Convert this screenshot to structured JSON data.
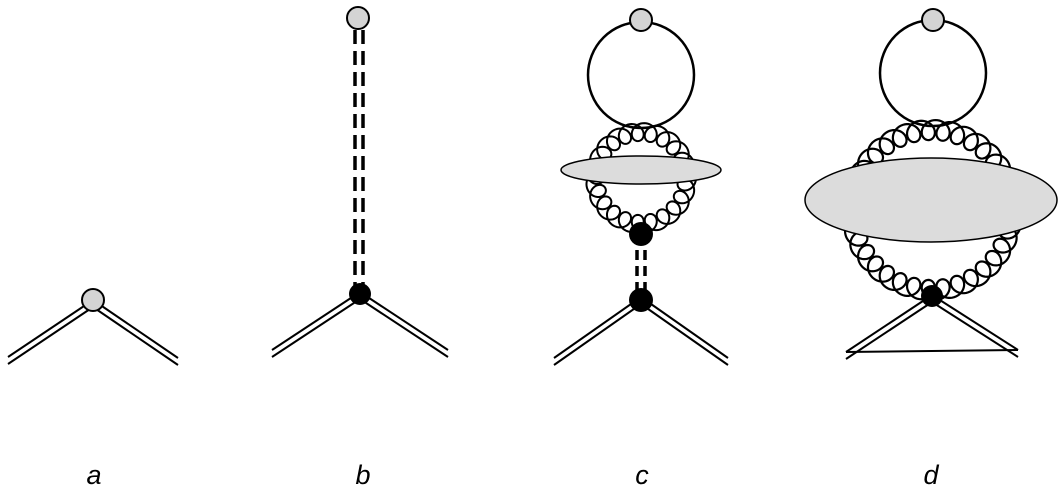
{
  "colors": {
    "stroke": "#000000",
    "background": "#ffffff",
    "source_vertex_fill": "#d4d4d4",
    "blob_fill": "#dcdcdc",
    "effective_vertex_fill": "#000000"
  },
  "panels": [
    {
      "id": "a",
      "label": "a",
      "parts": [
        "double-line-legs",
        "grey-vertex"
      ]
    },
    {
      "id": "b",
      "label": "b",
      "parts": [
        "double-line-legs",
        "black-vertex",
        "dashed-double-propagator",
        "grey-source"
      ]
    },
    {
      "id": "c",
      "label": "c",
      "parts": [
        "double-line-legs",
        "black-vertex",
        "dashed-double-propagator",
        "gluon-loop",
        "grey-blob",
        "quark-loop",
        "grey-source"
      ]
    },
    {
      "id": "d",
      "label": "d",
      "parts": [
        "double-line-legs",
        "black-vertex",
        "gluon-loop",
        "grey-blob",
        "quark-loop",
        "grey-source"
      ]
    }
  ]
}
